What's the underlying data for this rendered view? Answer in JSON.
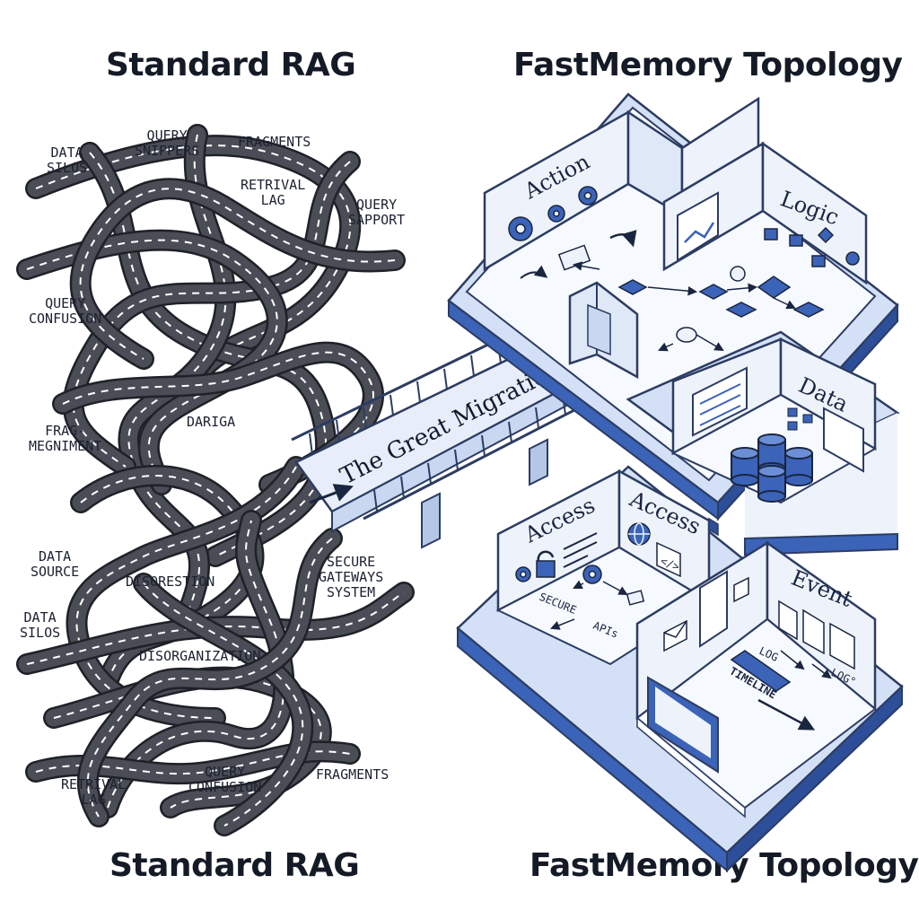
{
  "headings": {
    "left_top": "Standard RAG",
    "right_top": "FastMemory Topology",
    "left_bottom": "Standard RAG",
    "right_bottom": "FastMemory Topology"
  },
  "chaos_labels": {
    "data_silos_top": "DATA\nSILOS",
    "query_snippers": "QUERY\nSNIPPERS",
    "fragments_top": "FRAGMENTS",
    "retrival_lag_top": "RETRIVAL\nLAG",
    "query_sapport": "QUERY\nSAPPORT",
    "query_confusion_left": "QUERY\nCONFUSION",
    "dariga": "DARIGA",
    "fragmegniment": "FRAG-\nMEGNIMENT",
    "data_source": "DATA\nSOURCE",
    "disorestion": "DISORESTION",
    "secure_gateways": "SECURE\nGATEWAYS\nSYSTEM",
    "data_silos_bottom": "DATA\nSILOS",
    "disorganization": "DISORGANIZATION",
    "query_confusion_bottom": "QUERY\nCONFUSION",
    "retrival_lag_bottom": "RETRIVAL\nLAG",
    "fragments_bottom": "FRAGMENTS"
  },
  "bridge": {
    "label": "The Great Migration"
  },
  "rooms": {
    "action": "Action",
    "logic": "Logic",
    "data": "Data",
    "access_left": "Access",
    "access_right": "Access",
    "event": "Event"
  },
  "room_text": {
    "secure": "SECURE",
    "apis": "APIs",
    "code_tag": "</>",
    "log_1": "LOG",
    "log_2": "LOG°",
    "timeline": "TIMELINE"
  },
  "colors": {
    "road": "#4a4d55",
    "road_edge": "#1f2128",
    "lane": "#ffffff",
    "wall": "#eef3fb",
    "floor": "#f6f9fe",
    "outline": "#2c3c63",
    "accent_blue": "#3b63b8",
    "base_blue": "#d3e0f5"
  },
  "icons": [
    "gear-icon",
    "lock-icon",
    "globe-icon",
    "database-icon",
    "envelope-icon",
    "document-icon",
    "flowchart-icon",
    "graph-icon",
    "arrow-icon",
    "door-icon"
  ]
}
